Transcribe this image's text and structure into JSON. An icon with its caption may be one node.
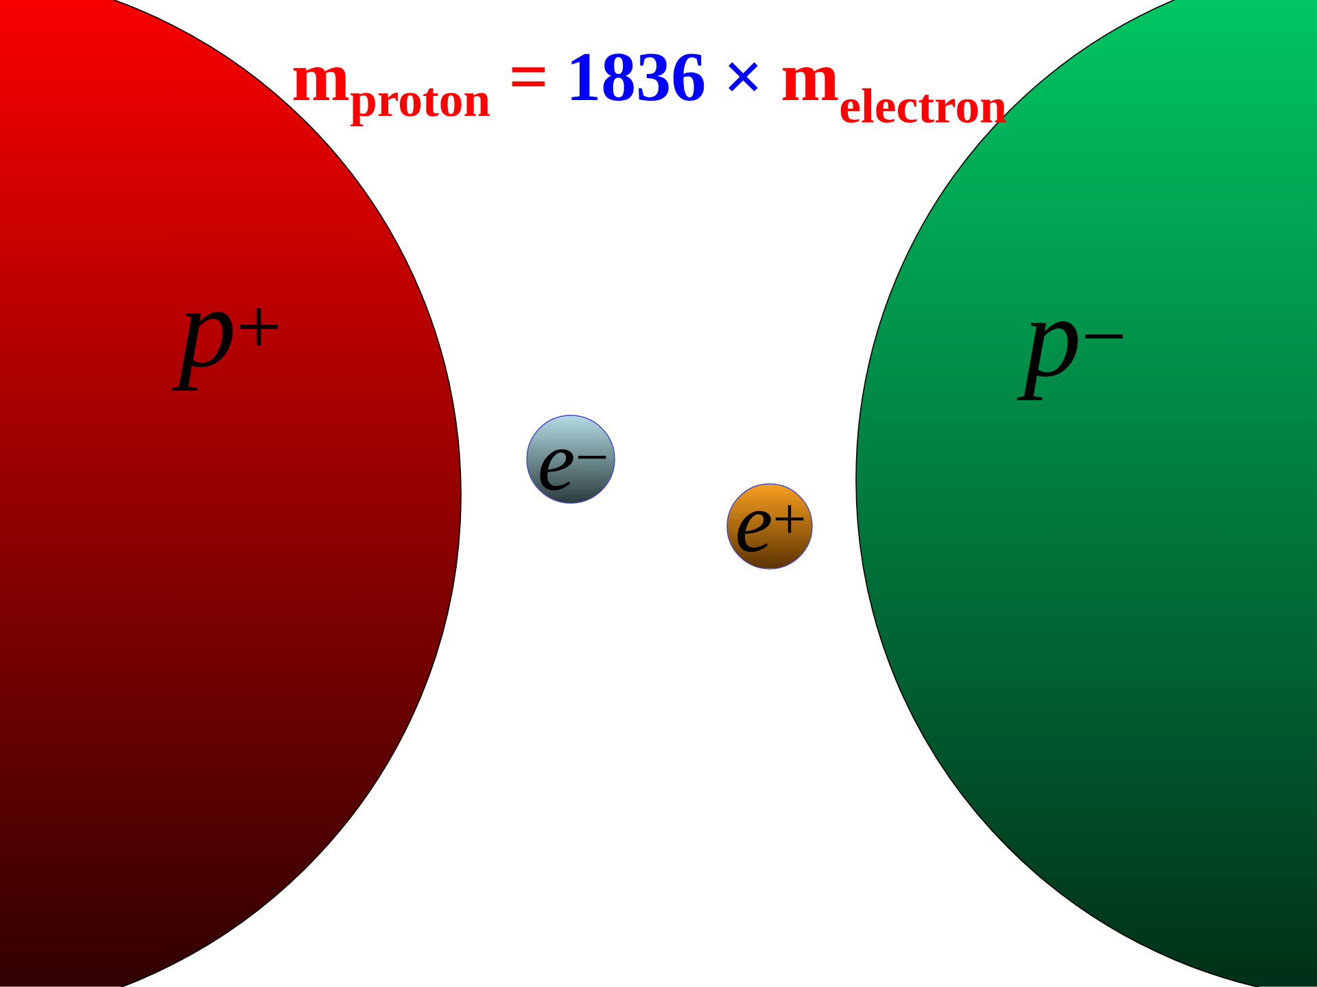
{
  "diagram": {
    "nodes": [
      {
        "text": [
          "*p*$^{+}$"
        ]
      },
      {
        "text": [
          "*p*$^{−}$"
        ]
      },
      {
        "text": [
          "*e*$^{−}$"
        ]
      },
      {
        "text": [
          "*e*$^{+}$"
        ]
      }
    ],
    "labels": [
      "m$_{proton}$ =",
      "1836 ×",
      "m$_{electron}$"
    ]
  }
}
